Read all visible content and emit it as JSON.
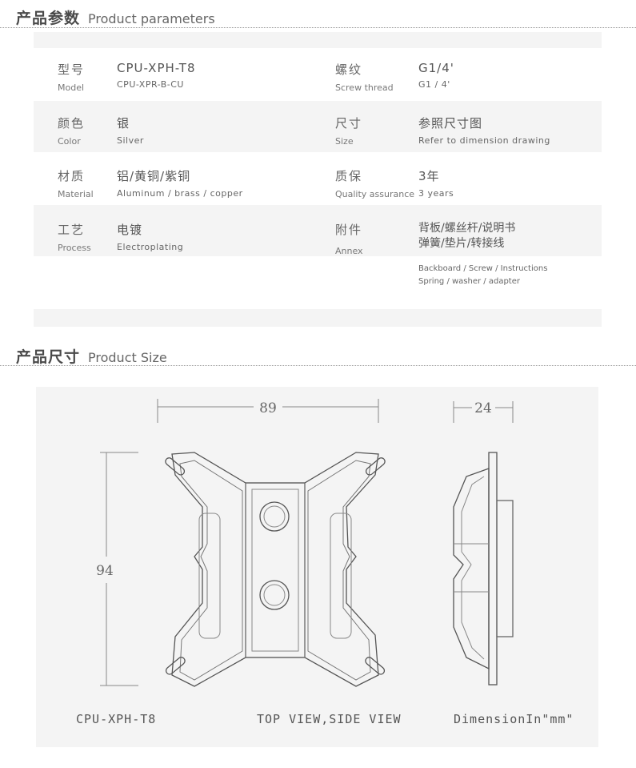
{
  "params": {
    "title_zh": "产品参数",
    "title_en": "Product parameters",
    "rows": [
      {
        "left": {
          "label_zh": "型号",
          "label_en": "Model",
          "value": "CPU-XPH-T8",
          "value_sub": "CPU-XPR-B-CU"
        },
        "right": {
          "label_zh": "螺纹",
          "label_en": "Screw thread",
          "value": "G1/4'",
          "value_sub": "G1 / 4'"
        }
      },
      {
        "left": {
          "label_zh": "颜色",
          "label_en": "Color",
          "value": "银",
          "value_sub": "Silver"
        },
        "right": {
          "label_zh": "尺寸",
          "label_en": "Size",
          "value": "参照尺寸图",
          "value_sub": "Refer to dimension drawing"
        }
      },
      {
        "left": {
          "label_zh": "材质",
          "label_en": "Material",
          "value": "铝/黄铜/紫铜",
          "value_sub": "Aluminum / brass / copper"
        },
        "right": {
          "label_zh": "质保",
          "label_en": "Quality assurance",
          "value": "3年",
          "value_sub": "3 years"
        }
      },
      {
        "left": {
          "label_zh": "工艺",
          "label_en": "Process",
          "value": "电镀",
          "value_sub": "Electroplating"
        },
        "right": {
          "label_zh": "附件",
          "label_en": "Annex",
          "value_line1": "背板/螺丝杆/说明书",
          "value_line2": "弹簧/垫片/转接线",
          "en_line1": "Backboard /  Screw / Instructions",
          "en_line2": "Spring / washer / adapter"
        }
      }
    ]
  },
  "size": {
    "title_zh": "产品尺寸",
    "title_en": "Product Size",
    "dim_width": "89",
    "dim_height": "94",
    "dim_depth": "24",
    "caption_model": "CPU-XPH-T8",
    "caption_view": "TOP VIEW,SIDE VIEW",
    "caption_unit": "DimensionIn\"mm\""
  }
}
